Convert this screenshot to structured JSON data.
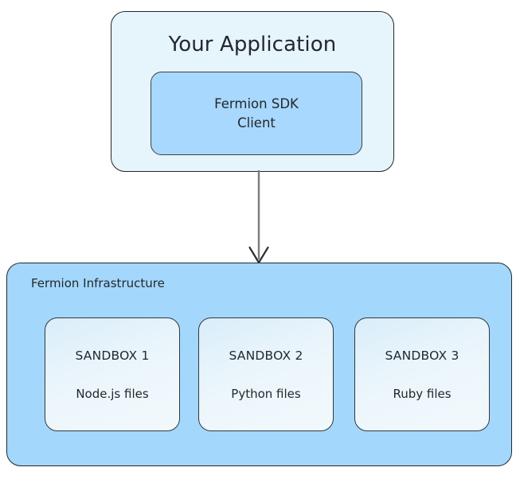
{
  "diagram": {
    "type": "architecture-block-diagram",
    "background_color": "#ffffff",
    "application": {
      "title": "Your Application",
      "fill_color": "#e6f4fc",
      "border_color": "#23282d",
      "sdk": {
        "line1": "Fermion SDK",
        "line2": "Client",
        "fill_color": "#a8d8fd",
        "border_color": "#3c4147"
      }
    },
    "connector": {
      "name": "arrow-down",
      "direction": "down",
      "color": "#7a7d80",
      "style": "open-arrowhead",
      "from": "Your Application",
      "to": "Fermion Infrastructure"
    },
    "infrastructure": {
      "label": "Fermion Infrastructure",
      "fill_color": "#a3d7fc",
      "border_color": "#23282d",
      "sandboxes": [
        {
          "title": "SANDBOX 1",
          "subtitle": "Node.js files"
        },
        {
          "title": "SANDBOX 2",
          "subtitle": "Python files"
        },
        {
          "title": "SANDBOX 3",
          "subtitle": "Ruby files"
        }
      ]
    }
  }
}
